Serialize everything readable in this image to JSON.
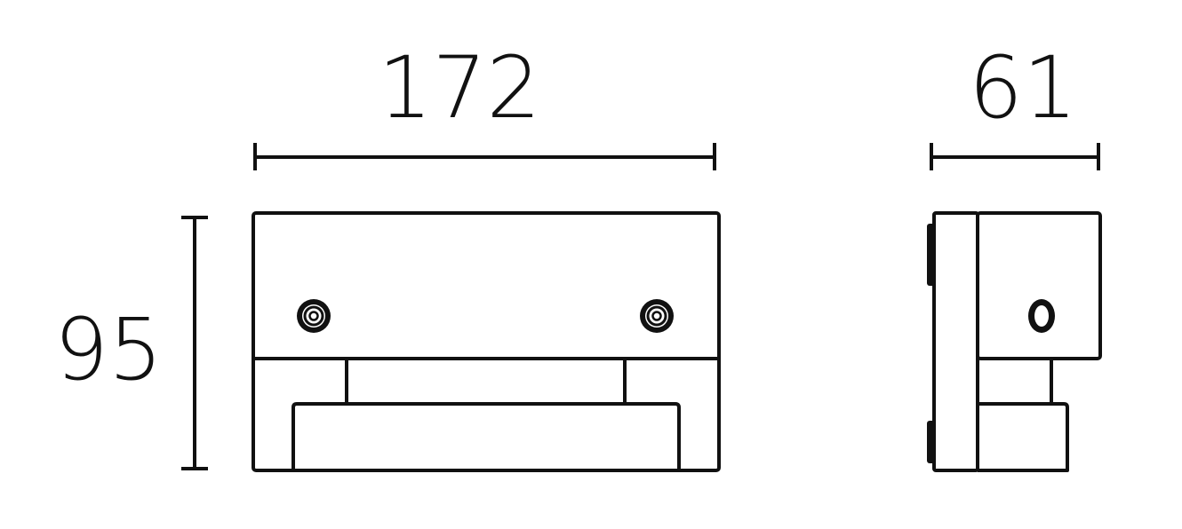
{
  "dimensions": {
    "width": "172",
    "height": "95",
    "depth": "61"
  },
  "colors": {
    "line": "#111111",
    "background": "#ffffff"
  }
}
